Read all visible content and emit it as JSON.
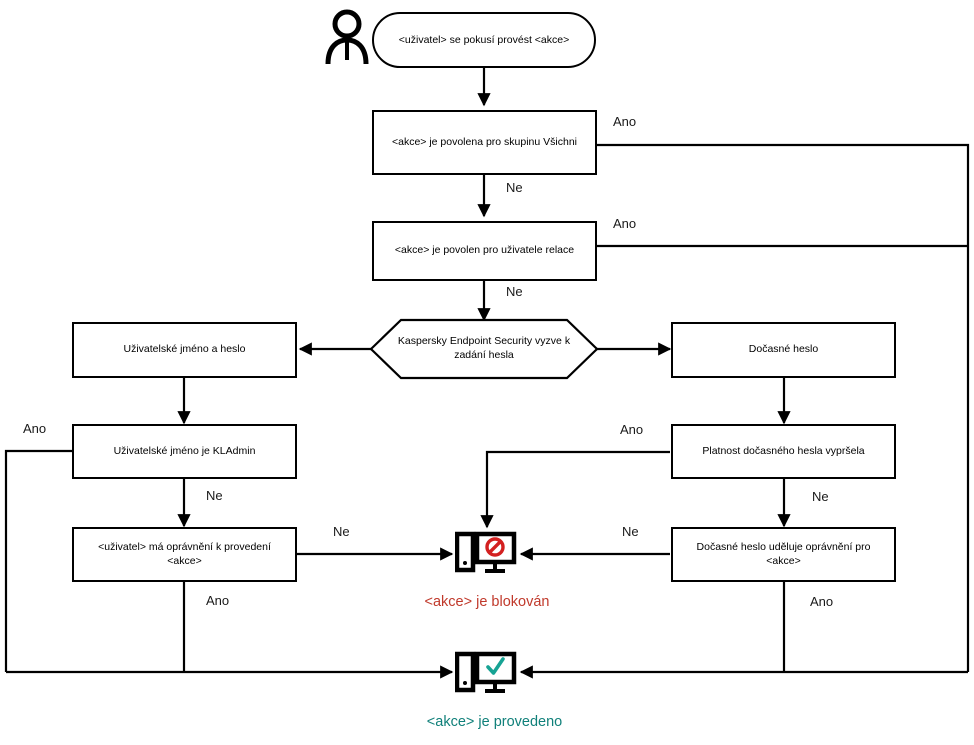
{
  "diagram": {
    "title": "Kaspersky Endpoint Security password permission flow",
    "colors": {
      "stroke": "#000000",
      "blocked_text": "#c0392b",
      "blocked_symbol": "#d32020",
      "done_text": "#10807a",
      "done_symbol": "#17a394",
      "background": "#ffffff"
    },
    "nodes": {
      "actor": {
        "icon": "user-icon"
      },
      "start": {
        "label": "<uživatel> se pokusí provést <akce>"
      },
      "check_all_group": {
        "label": "<akce> je povolena pro skupinu Všichni"
      },
      "check_session_user": {
        "label": "<akce> je povolen pro uživatele relace"
      },
      "prompt_password": {
        "label": "Kaspersky Endpoint Security vyzve k zadání hesla"
      },
      "username_password": {
        "label": "Uživatelské jméno a heslo"
      },
      "temp_password": {
        "label": "Dočasné heslo"
      },
      "is_kladmin": {
        "label": "Uživatelské jméno je KLAdmin"
      },
      "temp_expired": {
        "label": "Platnost dočasného hesla vypršela"
      },
      "user_has_permission": {
        "label": "<uživatel> má oprávnění k provedení <akce>"
      },
      "temp_grants_permission": {
        "label": "Dočasné heslo uděluje oprávnění pro <akce>"
      },
      "blocked": {
        "label": "<akce> je blokován",
        "icon": "computer-blocked-icon"
      },
      "performed": {
        "label": "<akce> je provedeno",
        "icon": "computer-check-icon"
      }
    },
    "edge_labels": {
      "all_group_yes": "Ano",
      "all_group_no": "Ne",
      "session_user_yes": "Ano",
      "session_user_no": "Ne",
      "kladmin_yes": "Ano",
      "kladmin_no": "Ne",
      "permission_no": "Ne",
      "permission_yes": "Ano",
      "temp_expired_yes": "Ano",
      "temp_expired_no": "Ne",
      "temp_grants_no": "Ne",
      "temp_grants_yes": "Ano"
    }
  }
}
